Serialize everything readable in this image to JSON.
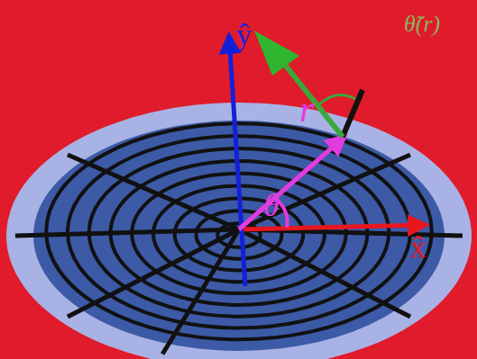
{
  "diagram": {
    "labels": [
      "ŷ",
      "x̂",
      "r",
      "θ",
      "θ̃(r)"
    ]
  }
}
